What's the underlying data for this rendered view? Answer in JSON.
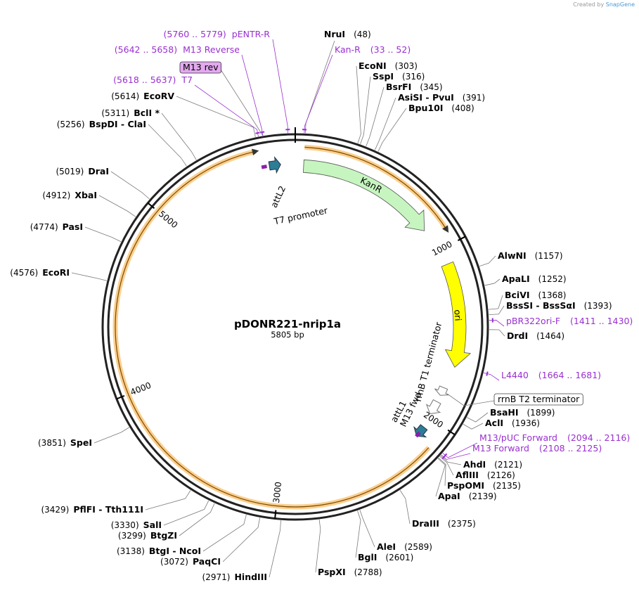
{
  "credit": {
    "prefix": "Created by",
    "brand": "SnapGene"
  },
  "map": {
    "name": "pDONR221-nrip1a",
    "size_label": "5805 bp",
    "length": 5805,
    "ticks": [
      {
        "label": "1000",
        "pos": 1000
      },
      {
        "label": "2000",
        "pos": 2000
      },
      {
        "label": "3000",
        "pos": 3000
      },
      {
        "label": "4000",
        "pos": 4000
      },
      {
        "label": "5000",
        "pos": 5000
      }
    ],
    "colors": {
      "primer": "#9a2fd0",
      "kanr": "#c7f5c0",
      "ori": "#ffff00",
      "attl": "#2e7d96",
      "orange": "#f7a62e"
    },
    "features": [
      {
        "label": "KanR",
        "start": 48,
        "end": 860
      },
      {
        "label": "ori",
        "start": 1090,
        "end": 1680
      },
      {
        "label": "rrnB T2 terminator",
        "start": 1820,
        "end": 1848
      },
      {
        "label": "rrnB T1 terminator",
        "start": 1895,
        "end": 1990
      },
      {
        "label": "M13 fwd",
        "start": 2108,
        "end": 2125
      },
      {
        "label": "attL1",
        "start": 2045,
        "end": 2145
      },
      {
        "label": "attL2",
        "start": 5640,
        "end": 5740
      },
      {
        "label": "T7 promoter",
        "start": 5618,
        "end": 5637
      }
    ],
    "enzymes": [
      {
        "name": "NruI",
        "pos_label": "(48)",
        "pos": 48
      },
      {
        "name": "EcoNI",
        "pos_label": "(303)",
        "pos": 303
      },
      {
        "name": "SspI",
        "pos_label": "(316)",
        "pos": 316
      },
      {
        "name": "BsrFI",
        "pos_label": "(345)",
        "pos": 345
      },
      {
        "name": "AsiSI - PvuI",
        "pos_label": "(391)",
        "pos": 391
      },
      {
        "name": "Bpu10I",
        "pos_label": "(408)",
        "pos": 408
      },
      {
        "name": "AlwNI",
        "pos_label": "(1157)",
        "pos": 1157
      },
      {
        "name": "ApaLI",
        "pos_label": "(1252)",
        "pos": 1252
      },
      {
        "name": "BciVI",
        "pos_label": "(1368)",
        "pos": 1368
      },
      {
        "name": "BssSI - BssSαI",
        "pos_label": "(1393)",
        "pos": 1393
      },
      {
        "name": "DrdI",
        "pos_label": "(1464)",
        "pos": 1464
      },
      {
        "name": "BsaHI",
        "pos_label": "(1899)",
        "pos": 1899
      },
      {
        "name": "AclI",
        "pos_label": "(1936)",
        "pos": 1936
      },
      {
        "name": "AhdI",
        "pos_label": "(2121)",
        "pos": 2121
      },
      {
        "name": "AflIII",
        "pos_label": "(2126)",
        "pos": 2126
      },
      {
        "name": "PspOMI",
        "pos_label": "(2135)",
        "pos": 2135
      },
      {
        "name": "ApaI",
        "pos_label": "(2139)",
        "pos": 2139
      },
      {
        "name": "DraIII",
        "pos_label": "(2375)",
        "pos": 2375
      },
      {
        "name": "AleI",
        "pos_label": "(2589)",
        "pos": 2589
      },
      {
        "name": "BglI",
        "pos_label": "(2601)",
        "pos": 2601
      },
      {
        "name": "PspXI",
        "pos_label": "(2788)",
        "pos": 2788
      },
      {
        "name": "HindIII",
        "pos_label": "(2971)",
        "pos": 2971
      },
      {
        "name": "PaqCI",
        "pos_label": "(3072)",
        "pos": 3072
      },
      {
        "name": "BtgI - NcoI",
        "pos_label": "(3138)",
        "pos": 3138
      },
      {
        "name": "BtgZI",
        "pos_label": "(3299)",
        "pos": 3299
      },
      {
        "name": "SalI",
        "pos_label": "(3330)",
        "pos": 3330
      },
      {
        "name": "PflFI - Tth111I",
        "pos_label": "(3429)",
        "pos": 3429
      },
      {
        "name": "SpeI",
        "pos_label": "(3851)",
        "pos": 3851
      },
      {
        "name": "EcoRI",
        "pos_label": "(4576)",
        "pos": 4576
      },
      {
        "name": "PasI",
        "pos_label": "(4774)",
        "pos": 4774
      },
      {
        "name": "XbaI",
        "pos_label": "(4912)",
        "pos": 4912
      },
      {
        "name": "DraI",
        "pos_label": "(5019)",
        "pos": 5019
      },
      {
        "name": "BspDI - ClaI",
        "pos_label": "(5256)",
        "pos": 5256
      },
      {
        "name": "BclI *",
        "pos_label": "(5311)",
        "pos": 5311
      },
      {
        "name": "EcoRV",
        "pos_label": "(5614)",
        "pos": 5614
      }
    ],
    "primers": [
      {
        "name": "pENTR-R",
        "range": "(5760 .. 5779)",
        "pos": 5770
      },
      {
        "name": "Kan-R",
        "range": "(33 .. 52)",
        "pos": 43
      },
      {
        "name": "M13 Reverse",
        "range": "(5642 .. 5658)",
        "pos": 5650
      },
      {
        "name": "M13 rev",
        "range": "",
        "pos": 5650
      },
      {
        "name": "T7",
        "range": "(5618 .. 5637)",
        "pos": 5628
      },
      {
        "name": "pBR322ori-F",
        "range": "(1411 .. 1430)",
        "pos": 1420
      },
      {
        "name": "L4440",
        "range": "(1664 .. 1681)",
        "pos": 1672
      },
      {
        "name": "M13/pUC Forward",
        "range": "(2094 .. 2116)",
        "pos": 2105
      },
      {
        "name": "M13 Forward",
        "range": "(2108 .. 2125)",
        "pos": 2116
      }
    ]
  }
}
